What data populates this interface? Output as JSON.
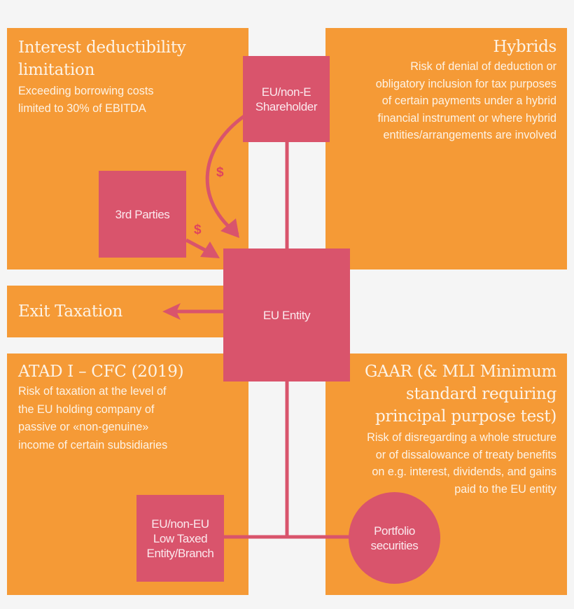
{
  "colors": {
    "background": "#f5f5f5",
    "panel_orange": "#f59a36",
    "node_pink": "#d9546c",
    "text_light": "#fdf3e6",
    "dollar_red": "#e0445e"
  },
  "panels": {
    "interest": {
      "title": "Interest deductibility limitation",
      "title_line1": "Interest deductibility",
      "title_line2": "limitation",
      "desc_line1": "Exceeding borrowing costs",
      "desc_line2": "limited to 30% of EBITDA"
    },
    "hybrids": {
      "title": "Hybrids",
      "desc_lines": [
        "Risk of denial of deduction or",
        "obligatory inclusion for tax purposes",
        "of certain payments under a hybrid",
        "financial instrument or where hybrid",
        "entities/arrangements are involved"
      ]
    },
    "exit": {
      "title": "Exit Taxation"
    },
    "cfc": {
      "title": "ATAD I – CFC (2019)",
      "desc_lines": [
        "Risk of taxation at the level of",
        "the EU holding company of",
        "passive or «non-genuine»",
        "income of certain subsidiaries"
      ]
    },
    "gaar": {
      "title_lines": [
        "GAAR (& MLI Minimum",
        "standard requiring",
        "principal purpose test)"
      ],
      "desc_lines": [
        "Risk of disregarding a whole structure",
        "or of dissalowance of treaty benefits",
        "on e.g. interest, dividends, and gains",
        "paid to the EU entity"
      ]
    }
  },
  "nodes": {
    "shareholder": {
      "line1": "EU/non-E",
      "line2": "Shareholder"
    },
    "third_parties": {
      "label": "3rd Parties"
    },
    "eu_entity": {
      "label": "EU Entity"
    },
    "low_taxed": {
      "line1": "EU/non-EU",
      "line2": "Low Taxed",
      "line3": "Entity/Branch"
    },
    "portfolio": {
      "line1": "Portfolio",
      "line2": "securities"
    }
  },
  "flows": {
    "dollar_symbol": "$"
  }
}
